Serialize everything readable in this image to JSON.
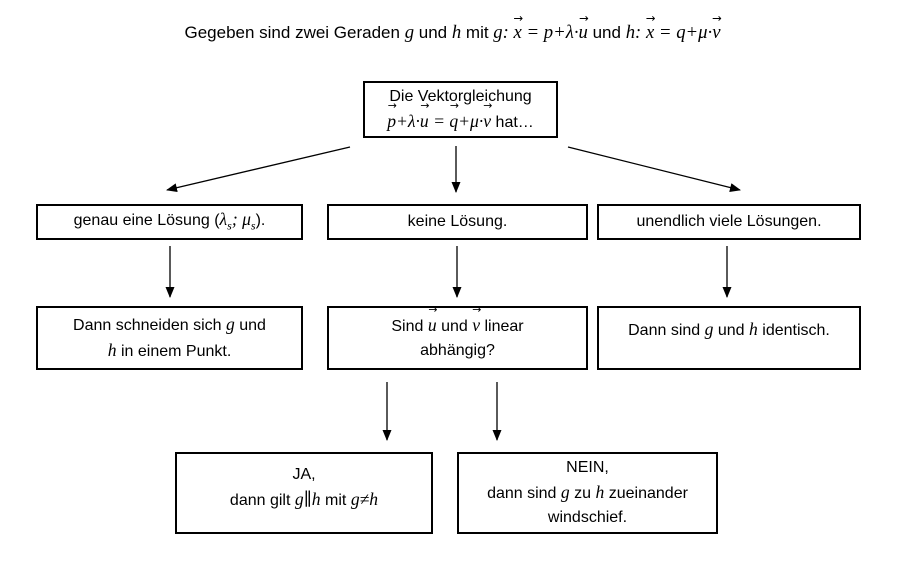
{
  "colors": {
    "background": "#ffffff",
    "text": "#000000",
    "border": "#000000",
    "arrow": "#000000"
  },
  "title": {
    "lines": [
      [
        {
          "t": "s",
          "v": "Gegeben sind zwei Geraden "
        },
        {
          "t": "m",
          "v": "g"
        },
        {
          "t": "s",
          "v": " und "
        },
        {
          "t": "m",
          "v": "h"
        },
        {
          "t": "s",
          "v": " mit "
        },
        {
          "t": "m",
          "v": "g: "
        },
        {
          "t": "mv",
          "v": "x"
        },
        {
          "t": "m",
          "v": " = p+λ·"
        },
        {
          "t": "mv",
          "v": "u"
        },
        {
          "t": "s",
          "v": " und "
        },
        {
          "t": "m",
          "v": "h: "
        },
        {
          "t": "mv",
          "v": "x"
        },
        {
          "t": "m",
          "v": " = q+μ·"
        },
        {
          "t": "mv",
          "v": "v"
        }
      ]
    ]
  },
  "nodes": {
    "start": {
      "lines": [
        [
          {
            "t": "s",
            "v": "Die Vektorgleichung"
          }
        ],
        [
          {
            "t": "mv",
            "v": "p"
          },
          {
            "t": "m",
            "v": "+λ·"
          },
          {
            "t": "mv",
            "v": "u"
          },
          {
            "t": "m",
            "v": " = "
          },
          {
            "t": "mv",
            "v": "q"
          },
          {
            "t": "m",
            "v": "+μ·"
          },
          {
            "t": "mv",
            "v": "v"
          },
          {
            "t": "s",
            "v": " hat…"
          }
        ]
      ]
    },
    "one_solution": {
      "lines": [
        [
          {
            "t": "s",
            "v": "genau eine Lösung ("
          },
          {
            "t": "msub",
            "v": "λ",
            "sub": "s"
          },
          {
            "t": "m",
            "v": "; "
          },
          {
            "t": "msub",
            "v": "μ",
            "sub": "s"
          },
          {
            "t": "s",
            "v": ")."
          }
        ]
      ]
    },
    "no_solution": {
      "lines": [
        [
          {
            "t": "s",
            "v": "keine Lösung."
          }
        ]
      ]
    },
    "infinite_solutions": {
      "lines": [
        [
          {
            "t": "s",
            "v": "unendlich viele Lösungen."
          }
        ]
      ]
    },
    "intersect": {
      "lines": [
        [
          {
            "t": "s",
            "v": "Dann schneiden sich "
          },
          {
            "t": "m",
            "v": "g"
          },
          {
            "t": "s",
            "v": " und"
          }
        ],
        [
          {
            "t": "m",
            "v": "h"
          },
          {
            "t": "s",
            "v": " in einem Punkt."
          }
        ]
      ]
    },
    "linear_question": {
      "lines": [
        [
          {
            "t": "s",
            "v": "Sind "
          },
          {
            "t": "mv",
            "v": "u"
          },
          {
            "t": "s",
            "v": " und "
          },
          {
            "t": "mv",
            "v": "v"
          },
          {
            "t": "s",
            "v": " linear"
          }
        ],
        [
          {
            "t": "s",
            "v": "abhängig?"
          }
        ]
      ]
    },
    "identical": {
      "lines": [
        [
          {
            "t": "s",
            "v": "Dann sind "
          },
          {
            "t": "m",
            "v": "g"
          },
          {
            "t": "s",
            "v": " und "
          },
          {
            "t": "m",
            "v": "h"
          },
          {
            "t": "s",
            "v": " identisch."
          }
        ]
      ]
    },
    "ja_parallel": {
      "lines": [
        [
          {
            "t": "s",
            "v": "JA,"
          }
        ],
        [
          {
            "t": "s",
            "v": "dann gilt "
          },
          {
            "t": "m",
            "v": "g∥h"
          },
          {
            "t": "s",
            "v": " mit "
          },
          {
            "t": "m",
            "v": "g≠h"
          }
        ]
      ]
    },
    "nein_windschief": {
      "lines": [
        [
          {
            "t": "s",
            "v": "NEIN,"
          }
        ],
        [
          {
            "t": "s",
            "v": "dann sind "
          },
          {
            "t": "m",
            "v": "g"
          },
          {
            "t": "s",
            "v": " zu "
          },
          {
            "t": "m",
            "v": "h"
          },
          {
            "t": "s",
            "v": " zueinander"
          }
        ],
        [
          {
            "t": "s",
            "v": "windschief."
          }
        ]
      ]
    }
  },
  "edges": [
    {
      "from": "start",
      "to": "one_solution"
    },
    {
      "from": "start",
      "to": "no_solution"
    },
    {
      "from": "start",
      "to": "infinite_solutions"
    },
    {
      "from": "one_solution",
      "to": "intersect"
    },
    {
      "from": "no_solution",
      "to": "linear_question"
    },
    {
      "from": "infinite_solutions",
      "to": "identical"
    },
    {
      "from": "linear_question",
      "to": "ja_parallel"
    },
    {
      "from": "linear_question",
      "to": "nein_windschief"
    }
  ]
}
